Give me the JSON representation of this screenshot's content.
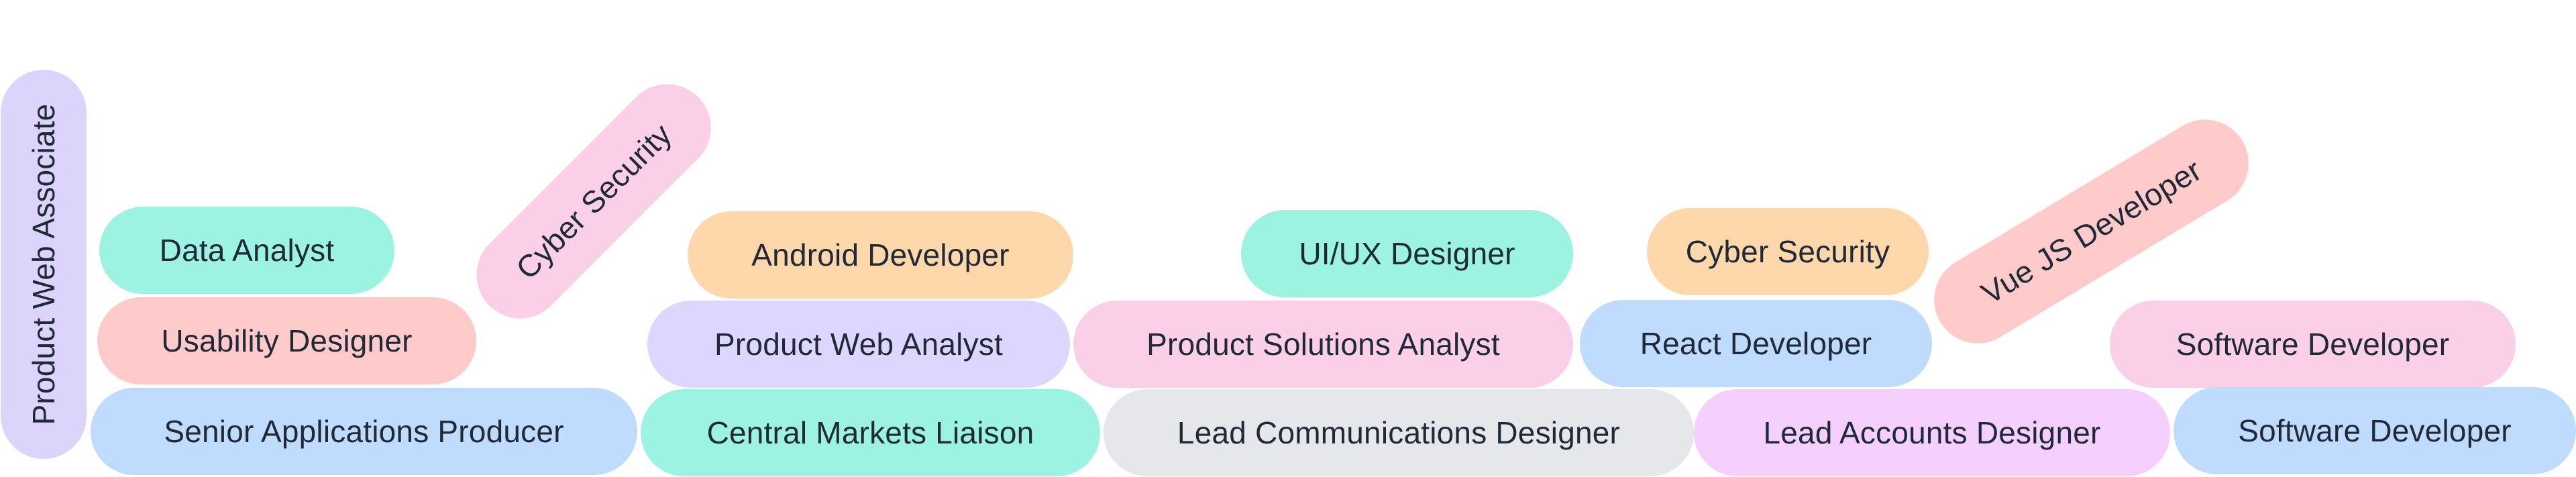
{
  "palette": {
    "purple": "#dcd4fb",
    "green": "#9df3e1",
    "red": "#fecaca",
    "pink": "#fbcfe8",
    "blue": "#bfdbfe",
    "orange": "#fed7aa",
    "gray": "#e5e7eb",
    "lilac": "#f5d0fe",
    "violet": "#ddd6fe"
  },
  "tags": {
    "product_web_associate": "Product Web Associate",
    "data_analyst": "Data Analyst",
    "usability_designer": "Usability Designer",
    "senior_applications_producer": "Senior Applications Producer",
    "cyber_security_1": "Cyber Security",
    "android_developer": "Android Developer",
    "product_web_analyst": "Product Web Analyst",
    "central_markets_liaison": "Central Markets Liaison",
    "uiux_designer": "UI/UX Designer",
    "product_solutions_analyst": "Product Solutions Analyst",
    "lead_communications_designer": "Lead Communications Designer",
    "cyber_security_2": "Cyber Security",
    "react_developer": "React Developer",
    "lead_accounts_designer": "Lead Accounts Designer",
    "vue_js_developer": "Vue JS Developer",
    "software_developer_1": "Software Developer",
    "software_developer_2": "Software Developer"
  }
}
